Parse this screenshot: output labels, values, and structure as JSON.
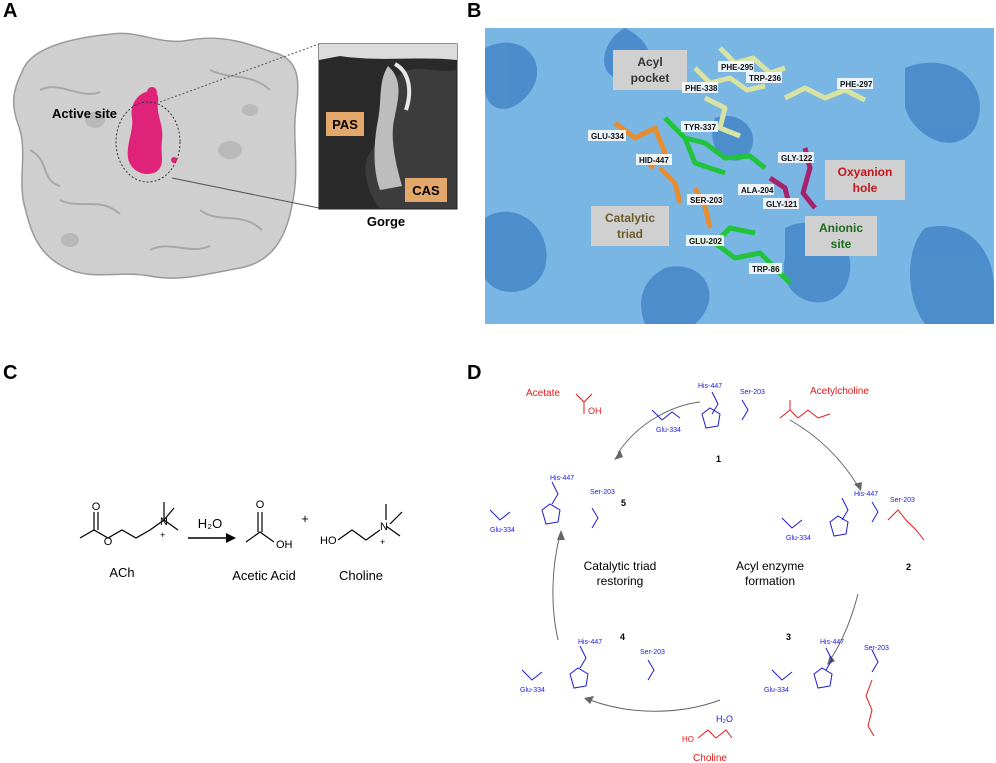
{
  "panels": {
    "a": "A",
    "b": "B",
    "c": "C",
    "d": "D"
  },
  "panel_a": {
    "active_site": "Active site",
    "pas": "PAS",
    "cas": "CAS",
    "gorge": "Gorge"
  },
  "panel_b": {
    "acyl_pocket_1": "Acyl",
    "acyl_pocket_2": "pocket",
    "oxyanion_1": "Oxyanion",
    "oxyanion_2": "hole",
    "catalytic_1": "Catalytic",
    "catalytic_2": "triad",
    "anionic_1": "Anionic",
    "anionic_2": "site",
    "residues": {
      "phe295": "PHE-295",
      "trp236": "TRP-236",
      "phe297": "PHE-297",
      "phe338": "PHE-338",
      "glu334": "GLU-334",
      "tyr337": "TYR-337",
      "gly122": "GLY-122",
      "his447": "HID-447",
      "ala204": "ALA-204",
      "ser203": "SER-203",
      "gly121": "GLY-121",
      "glu202": "GLU-202",
      "trp86": "TRP-86"
    },
    "colors": {
      "background": "#7ab6e4",
      "acyl": "#d7e2a3",
      "triad": "#e88c2e",
      "anionic": "#22c33c",
      "oxyanion": "#a8226b"
    }
  },
  "panel_c": {
    "water": "H₂O",
    "plus": "+",
    "ach": "ACh",
    "acetic_acid": "Acetic Acid",
    "choline": "Choline"
  },
  "panel_d": {
    "acetate": "Acetate",
    "acetylcholine": "Acetylcholine",
    "choline": "Choline",
    "water": "H₂O",
    "step1": "1",
    "step2": "2",
    "step3": "3",
    "step4": "4",
    "step5": "5",
    "his447": "His-447",
    "ser203": "Ser-203",
    "glu334": "Glu-334",
    "acyl_formation_1": "Acyl enzyme",
    "acyl_formation_2": "formation",
    "triad_restoring_1": "Catalytic triad",
    "triad_restoring_2": "restoring",
    "colors": {
      "enzyme": "#1a1ad6",
      "substrate": "#e21b1b"
    }
  }
}
